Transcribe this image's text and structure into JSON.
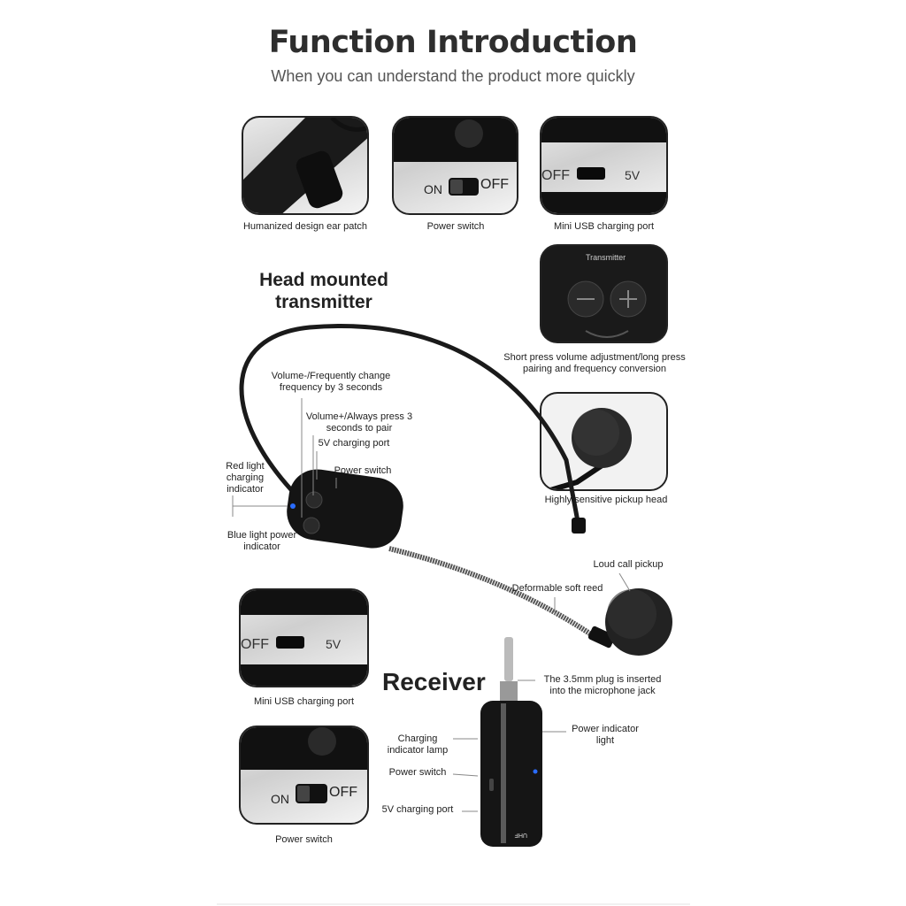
{
  "header": {
    "title": "Function Introduction",
    "subtitle": "When you can understand the product more quickly"
  },
  "thumbnails": {
    "ear_patch": "Humanized design ear patch",
    "power_switch_top": "Power switch",
    "usb_port_top": "Mini USB charging port",
    "volume_buttons": "Short press volume adjustment/long press pairing and frequency conversion",
    "pickup_head": "Highly sensitive pickup head",
    "usb_port_left": "Mini USB charging port",
    "power_switch_left": "Power switch"
  },
  "thumb_text": {
    "on": "ON",
    "off": "OFF",
    "off_partial": "OFF",
    "five_v": "5V",
    "transmitter": "Transmitter",
    "brand": "UHF"
  },
  "transmitter": {
    "heading_line1": "Head mounted",
    "heading_line2": "transmitter",
    "labels": {
      "volume_minus": "Volume-/Frequently change frequency by 3 seconds",
      "volume_plus": "Volume+/Always press 3 seconds to pair",
      "charging_port": "5V charging port",
      "power_switch": "Power switch",
      "red_light": "Red light charging indicator",
      "blue_light": "Blue light power indicator",
      "soft_reed": "Deformable soft reed",
      "loud_pickup": "Loud call pickup"
    }
  },
  "receiver": {
    "heading": "Receiver",
    "labels": {
      "plug": "The 3.5mm plug is inserted into the microphone jack",
      "power_light": "Power indicator light",
      "charging_lamp": "Charging indicator lamp",
      "power_switch": "Power switch",
      "charging_port": "5V charging port"
    }
  },
  "colors": {
    "indicator_blue": "#2a6cff",
    "device_black": "#161616"
  }
}
